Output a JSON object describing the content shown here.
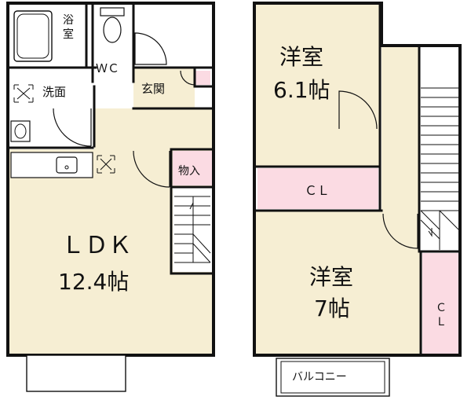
{
  "floor1": {
    "bath": "浴\n室",
    "wc": "ＷＣ",
    "washroom": "洗面",
    "entrance": "玄関",
    "storage": "物入",
    "ldk_name": "ＬＤＫ",
    "ldk_size": "12.4帖"
  },
  "floor2": {
    "room_a_name": "洋室",
    "room_a_size": "6.1帖",
    "closet_a": "ＣＬ",
    "room_b_name": "洋室",
    "room_b_size": "7帖",
    "closet_b": "Ｃ\nＬ",
    "balcony": "バルコニー"
  },
  "colors": {
    "wall": "#111111",
    "floor": "#f6eed3",
    "wet_area": "#ffffff",
    "closet": "#fbdbe3",
    "stairs": "#ffffff"
  }
}
